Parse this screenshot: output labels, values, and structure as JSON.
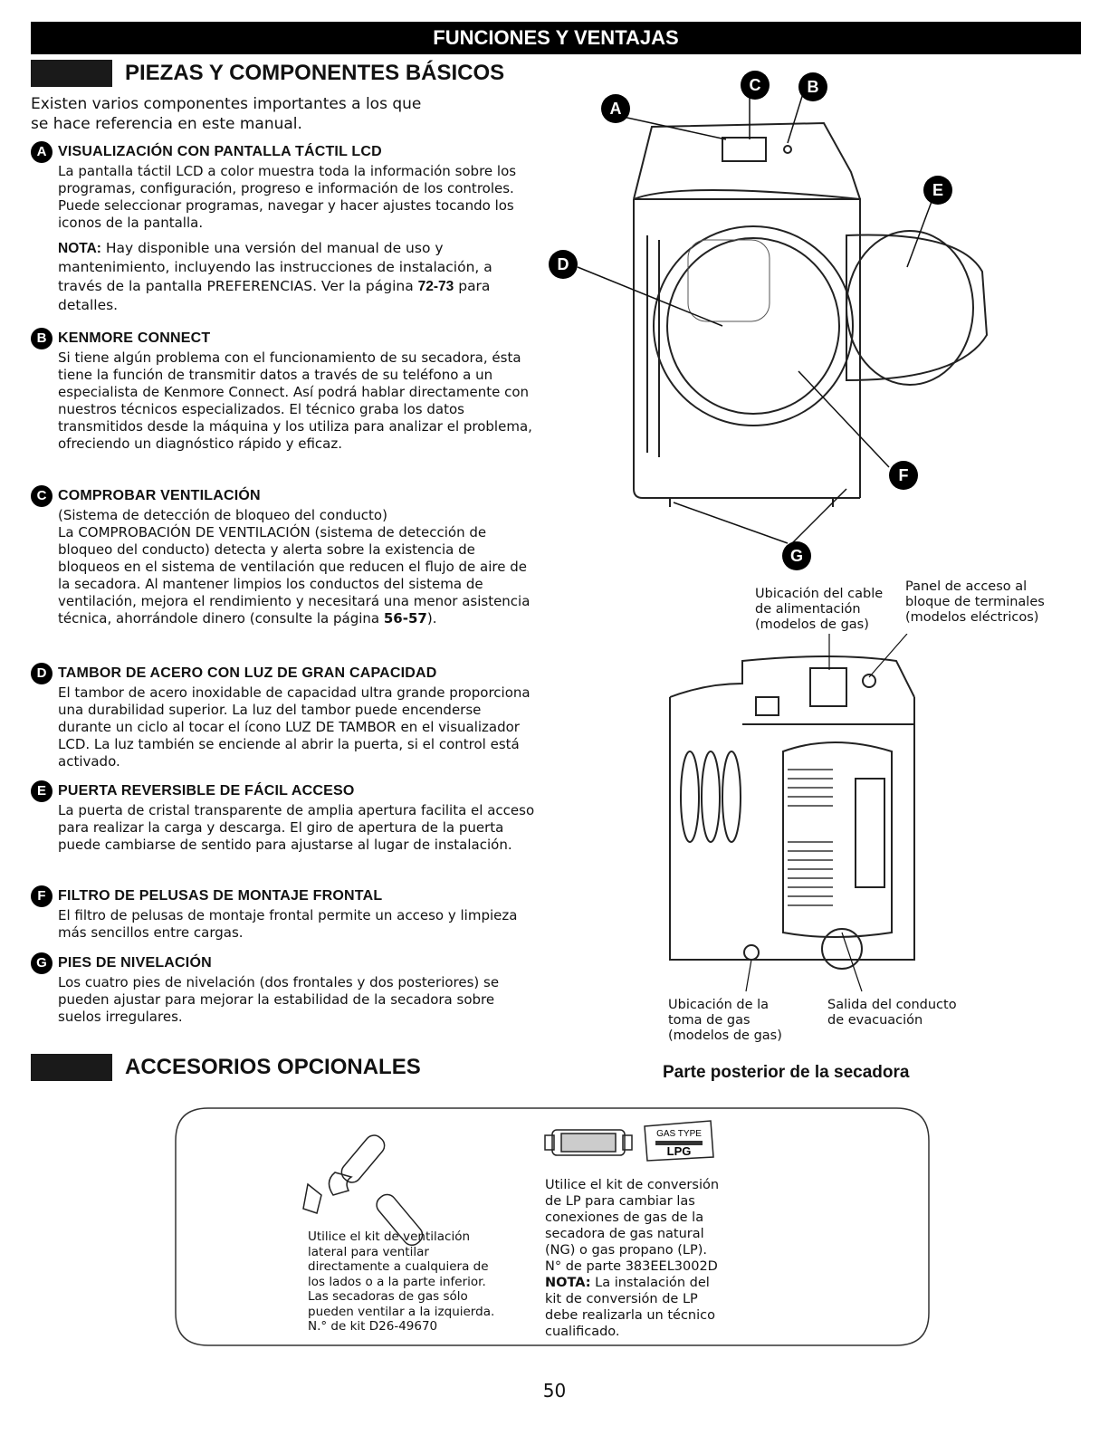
{
  "banner": {
    "title": "FUNCIONES Y VENTAJAS"
  },
  "section1": {
    "title": "PIEZAS Y COMPONENTES BÁSICOS",
    "intro_1": "Existen varios componentes importantes a los que",
    "intro_2": "se hace referencia en este manual."
  },
  "items": [
    {
      "letter": "A",
      "title": "VISUALIZACIÓN CON PANTALLA TÁCTIL LCD",
      "body": "La pantalla táctil LCD a color muestra toda la información sobre los programas, configuración, progreso e información de los controles. Puede seleccionar programas, navegar y hacer ajustes tocando los iconos de la pantalla.",
      "note_label": "NOTA:",
      "note_text_1": " Hay disponible una versión del manual de uso y mantenimiento, incluyendo las instrucciones de instalación, a través de la pantalla PREFERENCIAS. Ver la página ",
      "note_page": "72-73",
      "note_text_2": " para detalles."
    },
    {
      "letter": "B",
      "title": "KENMORE CONNECT",
      "body": "Si tiene algún problema con el funcionamiento de su secadora, ésta tiene la función de transmitir datos a través de su teléfono a un especialista de Kenmore Connect. Así podrá hablar directamente con nuestros técnicos especializados. El técnico graba los datos transmitidos desde la máquina y los utiliza para analizar el problema, ofreciendo un diagnóstico rápido y eficaz."
    },
    {
      "letter": "C",
      "title": "COMPROBAR VENTILACIÓN",
      "subtitle": "(Sistema de detección de bloqueo del conducto)",
      "body_1": "La COMPROBACIÓN DE VENTILACIÓN (sistema de detección de bloqueo del conducto) detecta y alerta sobre la existencia de bloqueos en el sistema de ventilación que reducen el flujo de aire de la secadora. Al mantener limpios los conductos del sistema de ventilación, mejora el rendimiento y necesitará una menor asistencia técnica, ahorrándole dinero (consulte la página ",
      "body_page": "56-57",
      "body_2": ")."
    },
    {
      "letter": "D",
      "title": "TAMBOR DE ACERO CON LUZ DE GRAN CAPACIDAD",
      "body": "El tambor de acero inoxidable de capacidad ultra grande proporciona una durabilidad superior. La luz del tambor puede encenderse durante un ciclo al tocar el ícono LUZ DE TAMBOR en el visualizador LCD. La luz también se enciende al abrir la puerta, si el control está activado."
    },
    {
      "letter": "E",
      "title": "PUERTA REVERSIBLE DE FÁCIL ACCESO",
      "body": "La puerta de cristal transparente de amplia apertura facilita el acceso para realizar la carga y descarga. El giro de apertura de la puerta puede cambiarse de sentido para ajustarse al lugar de instalación."
    },
    {
      "letter": "F",
      "title": "FILTRO DE PELUSAS DE MONTAJE FRONTAL",
      "body": "El filtro de pelusas de montaje frontal permite un acceso y limpieza más sencillos entre cargas."
    },
    {
      "letter": "G",
      "title": "PIES DE NIVELACIÓN",
      "body": "Los cuatro pies de nivelación (dos frontales y dos posteriores) se pueden ajustar para mejorar la estabilidad de la secadora sobre suelos irregulares."
    }
  ],
  "diagram_front": {
    "labels": [
      "A",
      "B",
      "C",
      "D",
      "E",
      "F",
      "G"
    ]
  },
  "diagram_back": {
    "cap_power_1": "Ubicación del cable",
    "cap_power_2": "de alimentación",
    "cap_power_3": "(modelos de gas)",
    "cap_panel_1": "Panel de acceso al",
    "cap_panel_2": "bloque de terminales",
    "cap_panel_3": "(modelos eléctricos)",
    "cap_gas_1": "Ubicación de la",
    "cap_gas_2": "toma de gas",
    "cap_gas_3": "(modelos de gas)",
    "cap_exhaust_1": "Salida del conducto",
    "cap_exhaust_2": "de evacuación",
    "caption": "Parte posterior de la secadora"
  },
  "section2": {
    "title": "ACCESORIOS OPCIONALES"
  },
  "accessories": {
    "vent_text": [
      "Utilice el kit de ventilación",
      "lateral para ventilar",
      "directamente a cualquiera de",
      "los lados o a la parte inferior.",
      "Las secadoras de gas sólo",
      "pueden ventilar a la izquierda.",
      "N.° de kit D26-49670"
    ],
    "lp_lines": [
      "Utilice el kit de conversión",
      "de LP para cambiar las",
      "conexiones de gas de la",
      "secadora de gas natural",
      "(NG) o gas propano (LP).",
      "N° de parte 383EEL3002D"
    ],
    "lp_note_label": "NOTA:",
    "lp_note_lines": [
      " La instalación del",
      "kit de conversión de LP",
      "debe realizarla un técnico",
      "cualificado."
    ],
    "tag_line1": "GAS TYPE",
    "tag_line2": "LPG"
  },
  "page_number": "50"
}
